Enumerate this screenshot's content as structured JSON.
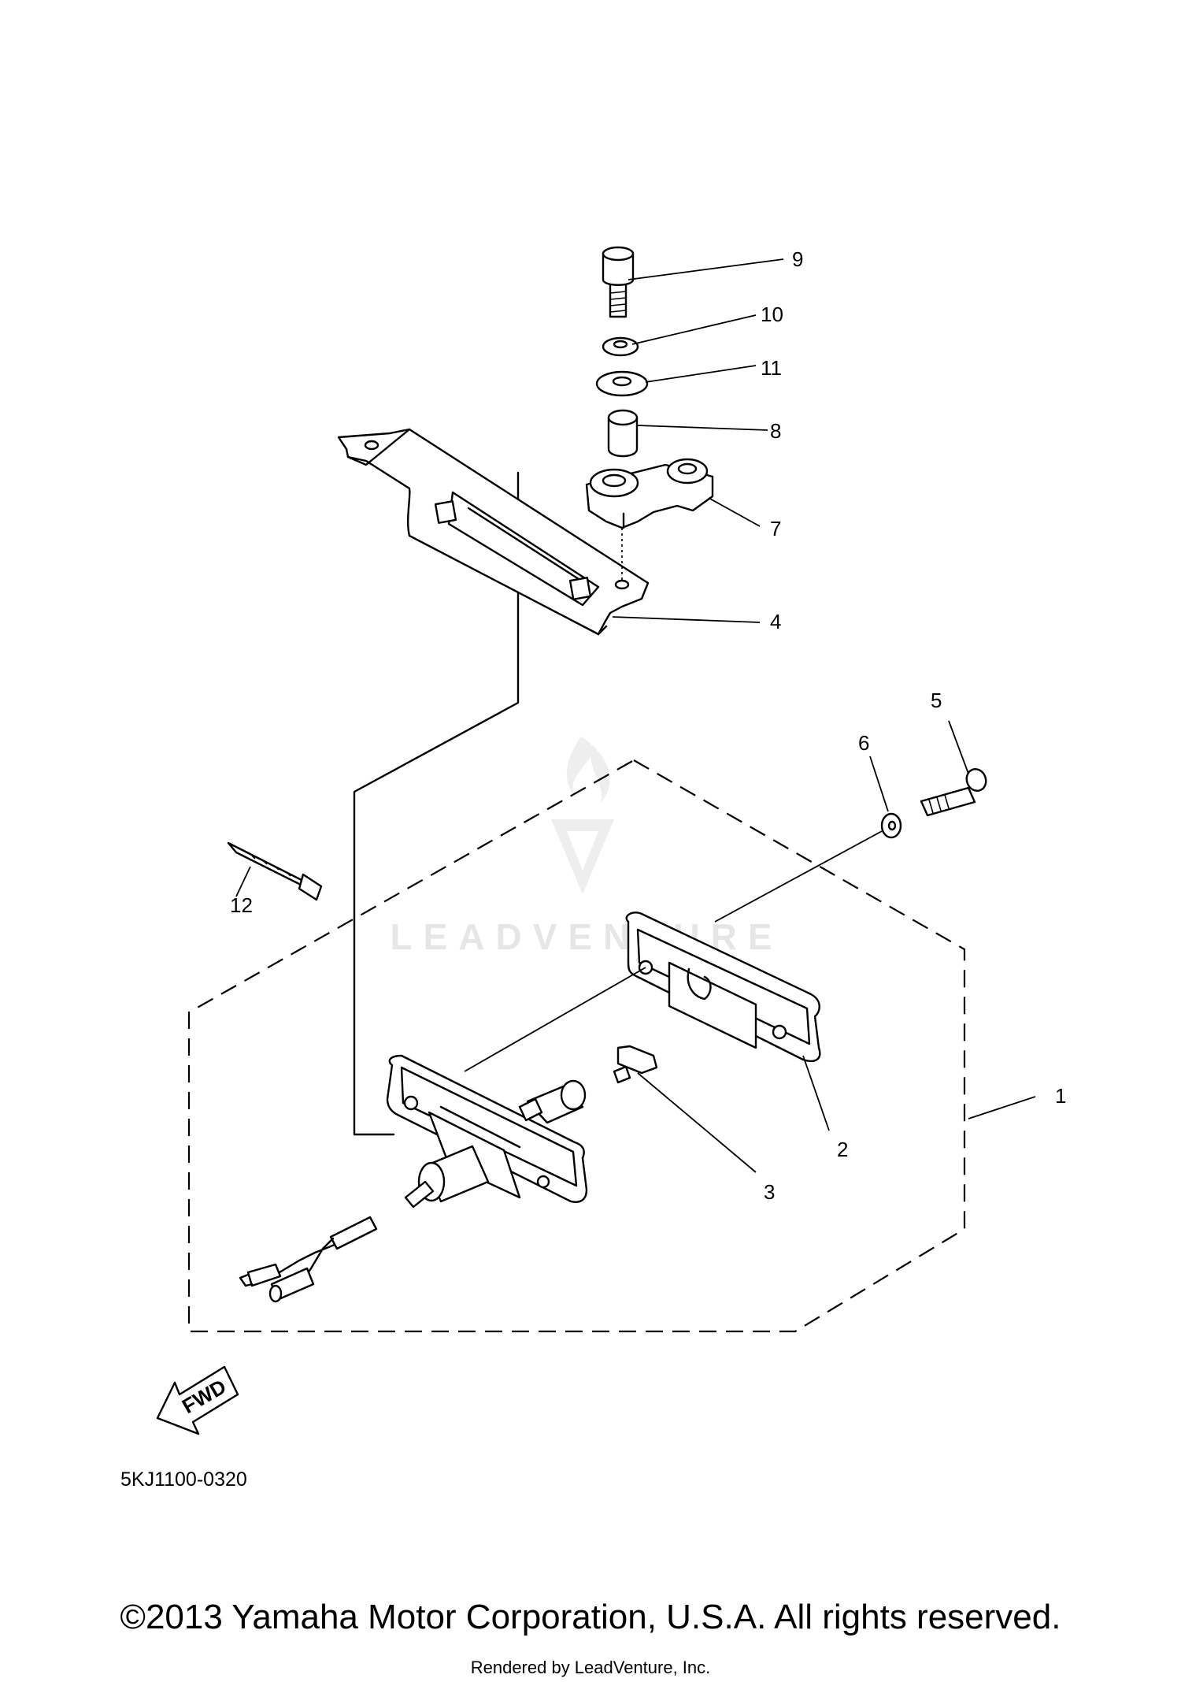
{
  "diagram": {
    "part_numbers": [
      "1",
      "2",
      "3",
      "4",
      "5",
      "6",
      "7",
      "8",
      "9",
      "10",
      "11",
      "12"
    ],
    "diagram_code": "5KJ1100-0320",
    "fwd_label": "FWD",
    "watermark": "LEADVENTURE"
  },
  "footer": {
    "copyright": "©2013 Yamaha Motor Corporation, U.S.A. All rights reserved.",
    "rendered_by": "Rendered by LeadVenture, Inc."
  }
}
